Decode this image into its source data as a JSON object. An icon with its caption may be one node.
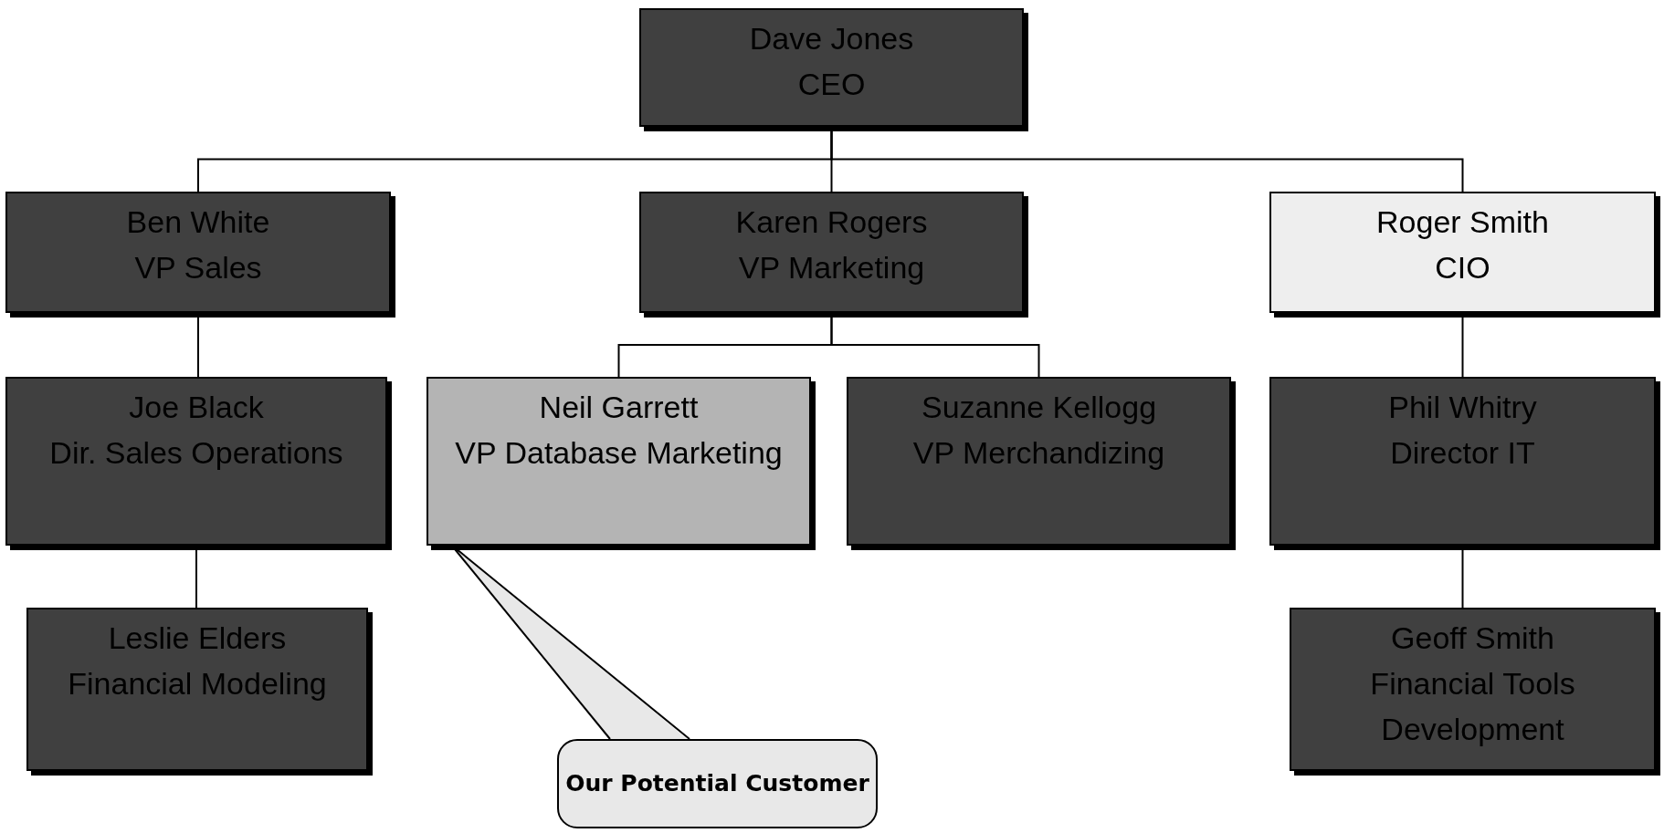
{
  "diagram": {
    "nodes": [
      {
        "text": [
          "Dave Jones",
          "CEO"
        ]
      },
      {
        "text": [
          "Ben White",
          "VP Sales"
        ]
      },
      {
        "text": [
          "Karen Rogers",
          "VP Marketing"
        ]
      },
      {
        "text": [
          "Roger Smith",
          "CIO"
        ]
      },
      {
        "text": [
          "Joe Black",
          "Dir. Sales Operations"
        ]
      },
      {
        "text": [
          "Neil Garrett",
          "VP Database Marketing"
        ]
      },
      {
        "text": [
          "Suzanne Kellogg",
          "VP Merchandizing"
        ]
      },
      {
        "text": [
          "Phil Whitry",
          "Director IT"
        ]
      },
      {
        "text": [
          "Leslie Elders",
          "Financial Modeling"
        ]
      },
      {
        "text": [
          "Geoff Smith",
          "Financial Tools Development"
        ]
      },
      {
        "text": [
          "Our Potential Customer"
        ]
      }
    ],
    "edges": [
      {
        "from": 0,
        "to": 1,
        "arrow": "none"
      },
      {
        "from": 0,
        "to": 2,
        "arrow": "none"
      },
      {
        "from": 0,
        "to": 3,
        "arrow": "none"
      },
      {
        "from": 2,
        "to": 5,
        "arrow": "none"
      },
      {
        "from": 2,
        "to": 6,
        "arrow": "none"
      },
      {
        "from": 1,
        "to": 4,
        "arrow": "none"
      },
      {
        "from": 4,
        "to": 8,
        "arrow": "none"
      },
      {
        "from": 3,
        "to": 7,
        "arrow": "none"
      },
      {
        "from": 7,
        "to": 9,
        "arrow": "none"
      },
      {
        "from": 10,
        "to": 5,
        "arrow": "none"
      }
    ]
  }
}
